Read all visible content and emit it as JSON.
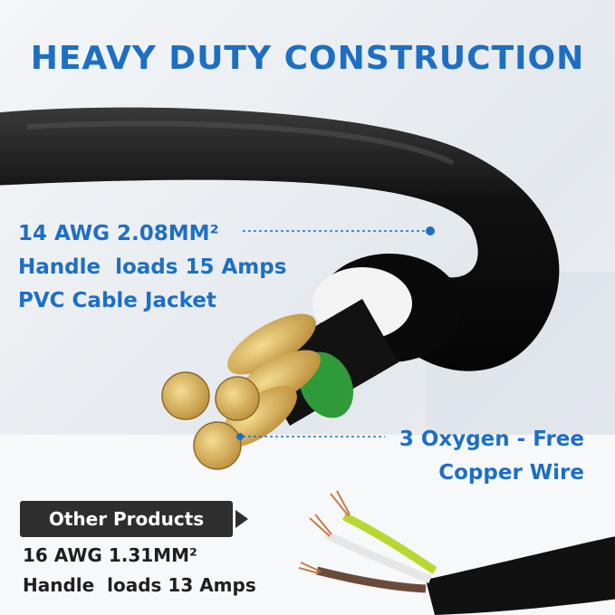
{
  "title": "HEAVY DUTY CONSTRUCTION",
  "spec_main": {
    "line1": "14 AWG 2.08MM²",
    "line2": "Handle  loads 15 Amps",
    "line3": "PVC Cable Jacket"
  },
  "spec_copper": {
    "line1": "3 Oxygen - Free",
    "line2": "Copper Wire"
  },
  "other_products": {
    "badge": "Other Products",
    "line1": "16 AWG 1.31MM²",
    "line2": "Handle  loads 13 Amps"
  },
  "colors": {
    "accent": "#1d6fc4",
    "cable": "#0d0d0d",
    "copper": "#d9b25a",
    "ground_wire": "#2f9a3a",
    "badge": "#2e2e2e"
  }
}
